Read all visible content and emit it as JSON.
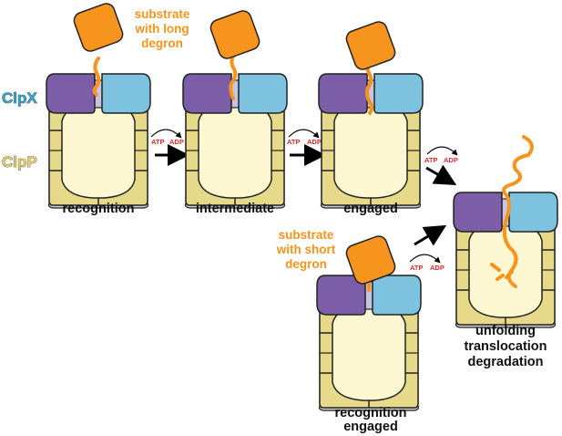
{
  "labels": {
    "clpx": "ClpX",
    "clpp": "ClpP",
    "substrate_long": [
      "substrate",
      "with long",
      "degron"
    ],
    "substrate_short": [
      "substrate",
      "with short",
      "degron"
    ],
    "stage_recognition": "recognition",
    "stage_intermediate": "intermediate",
    "stage_engaged": "engaged",
    "stage_recognition_engaged": [
      "recognition",
      "engaged"
    ],
    "stage_final": [
      "unfolding",
      "translocation",
      "degradation"
    ],
    "atp": "ATP",
    "adp": "ADP"
  },
  "colors": {
    "substrate": "#f7941d",
    "clpx_left": "#7b5ea7",
    "clpx_right": "#7dc3e0",
    "clpx_center": "#c7c3e3",
    "clpp_body": "#e6d98a",
    "clpp_chamber": "#fdf8d2",
    "clpx_label": "#3aa6d0",
    "clpp_label": "#e2d36e",
    "substrate_label": "#f7941d",
    "atp_text": "#e8262b"
  }
}
